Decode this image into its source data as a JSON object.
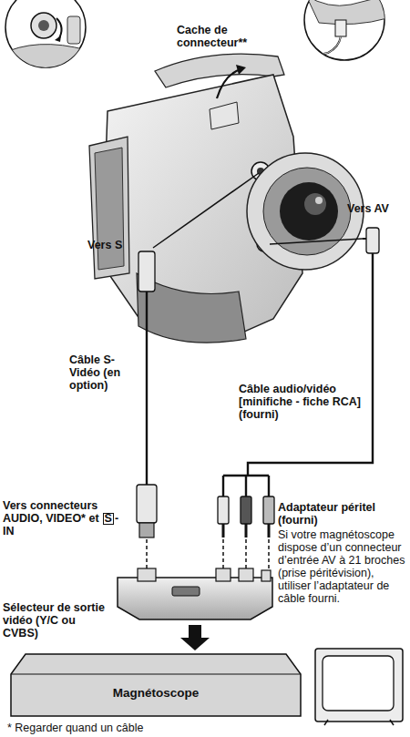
{
  "diagram": {
    "nodes": [
      {
        "text": [
          "Sélecteur de sortie vidéo (Y/C ou CVBS)"
        ]
      },
      {
        "text": [
          "Magnétoscope"
        ]
      }
    ],
    "edges": [
      {
        "from": 0,
        "to": 1,
        "arrow": "to"
      }
    ],
    "labels": [
      "Cache de connecteur**",
      "Vers AV",
      "Vers S",
      "Câble audio/vidéo [minifiche - fiche RCA] (fourni)",
      "Câble S-Vidéo (en option)",
      "Vers connecteurs AUDIO, VIDEO* et",
      "S",
      "-IN",
      "Adaptateur péritel (fourni)",
      "Si votre magnétoscope dispose d’un connecteur d’entrée AV à 21 broches (prise péritévision), utiliser l’adaptateur de câble fourni.",
      "* Regarder quand un câble"
    ]
  }
}
